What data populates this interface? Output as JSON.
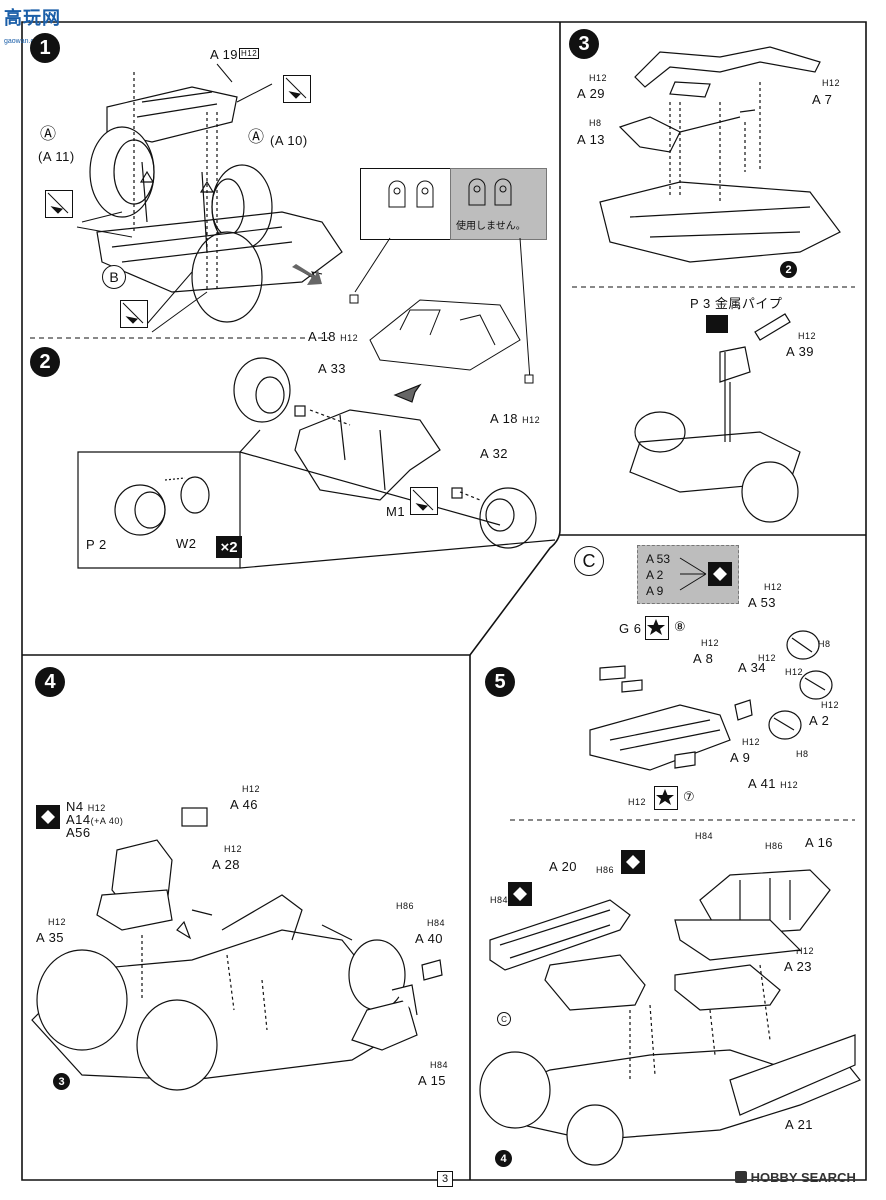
{
  "header": {
    "logo_text": "高玩网",
    "logo_url": "gaowan.com"
  },
  "step1": {
    "number": "1",
    "labels": {
      "a19": "A 19",
      "a_left": "Ⓐ",
      "a11": "(A 11)",
      "a_right": "Ⓐ",
      "a10": "(A 10)",
      "b": "B",
      "a18_left": "A 18",
      "a18_right": "A 18",
      "not_used": "使用しません。"
    }
  },
  "step2": {
    "number": "2",
    "labels": {
      "a33": "A 33",
      "a32": "A 32",
      "m1": "M1",
      "p2": "P 2",
      "w2": "W2",
      "x2": "×2"
    }
  },
  "step3": {
    "number": "3",
    "labels": {
      "a7": "A 7",
      "a29": "A 29",
      "a13": "A 13",
      "ref2": "2",
      "p3": "P 3 金属パイプ",
      "a39": "A 39"
    }
  },
  "stepC": {
    "letter": "C",
    "labels": {
      "a53_box": "A 53",
      "a2_box": "A 2",
      "a9_box": "A 9",
      "a53": "A 53",
      "g6": "G 6",
      "g6_color": "⑧",
      "a8": "A 8",
      "a34": "A 34",
      "a2": "A 2",
      "a9": "A 9",
      "a41": "A 41",
      "h7_color": "⑦"
    }
  },
  "step4": {
    "number": "4",
    "labels": {
      "n4": "N4",
      "a14": "A14",
      "a14_note": "(+A 40)",
      "a56": "A56",
      "a46": "A 46",
      "a28": "A 28",
      "a35": "A 35",
      "a40": "A 40",
      "a15": "A 15",
      "ref3": "3"
    }
  },
  "step5": {
    "number": "5",
    "labels": {
      "a20": "A 20",
      "a16": "A 16",
      "a23": "A 23",
      "c": "C",
      "a21": "A 21",
      "ref4": "4"
    }
  },
  "hull_codes": {
    "h12": "H12",
    "h8": "H8",
    "h84": "H84",
    "h86": "H86"
  },
  "footer": {
    "page": "3",
    "watermark": "HOBBY SEARCH"
  }
}
